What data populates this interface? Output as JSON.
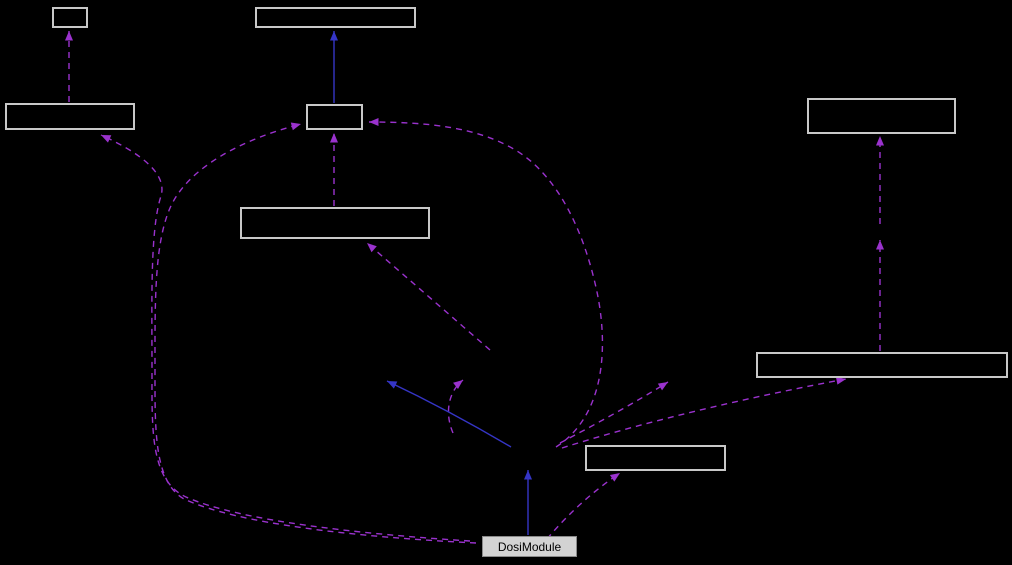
{
  "diagram": {
    "type": "collaboration-graph",
    "background_color": "#000000",
    "node_border_color": "#c8c8c8",
    "main_node_fill": "#d3d3d3",
    "main_node_text_color": "#000000",
    "edge_colors": {
      "usage_dashed": "#9A32CD",
      "inheritance_solid": "#3535C6"
    },
    "nodes": [
      {
        "id": "node-top-left",
        "label": ""
      },
      {
        "id": "node-top-center",
        "label": ""
      },
      {
        "id": "node-left",
        "label": ""
      },
      {
        "id": "node-center-small",
        "label": ""
      },
      {
        "id": "node-center-mid",
        "label": ""
      },
      {
        "id": "node-right-top",
        "label": ""
      },
      {
        "id": "node-right-mid",
        "label": ""
      },
      {
        "id": "node-center-low",
        "label": ""
      },
      {
        "id": "node-main",
        "label": "DosiModule"
      }
    ]
  }
}
